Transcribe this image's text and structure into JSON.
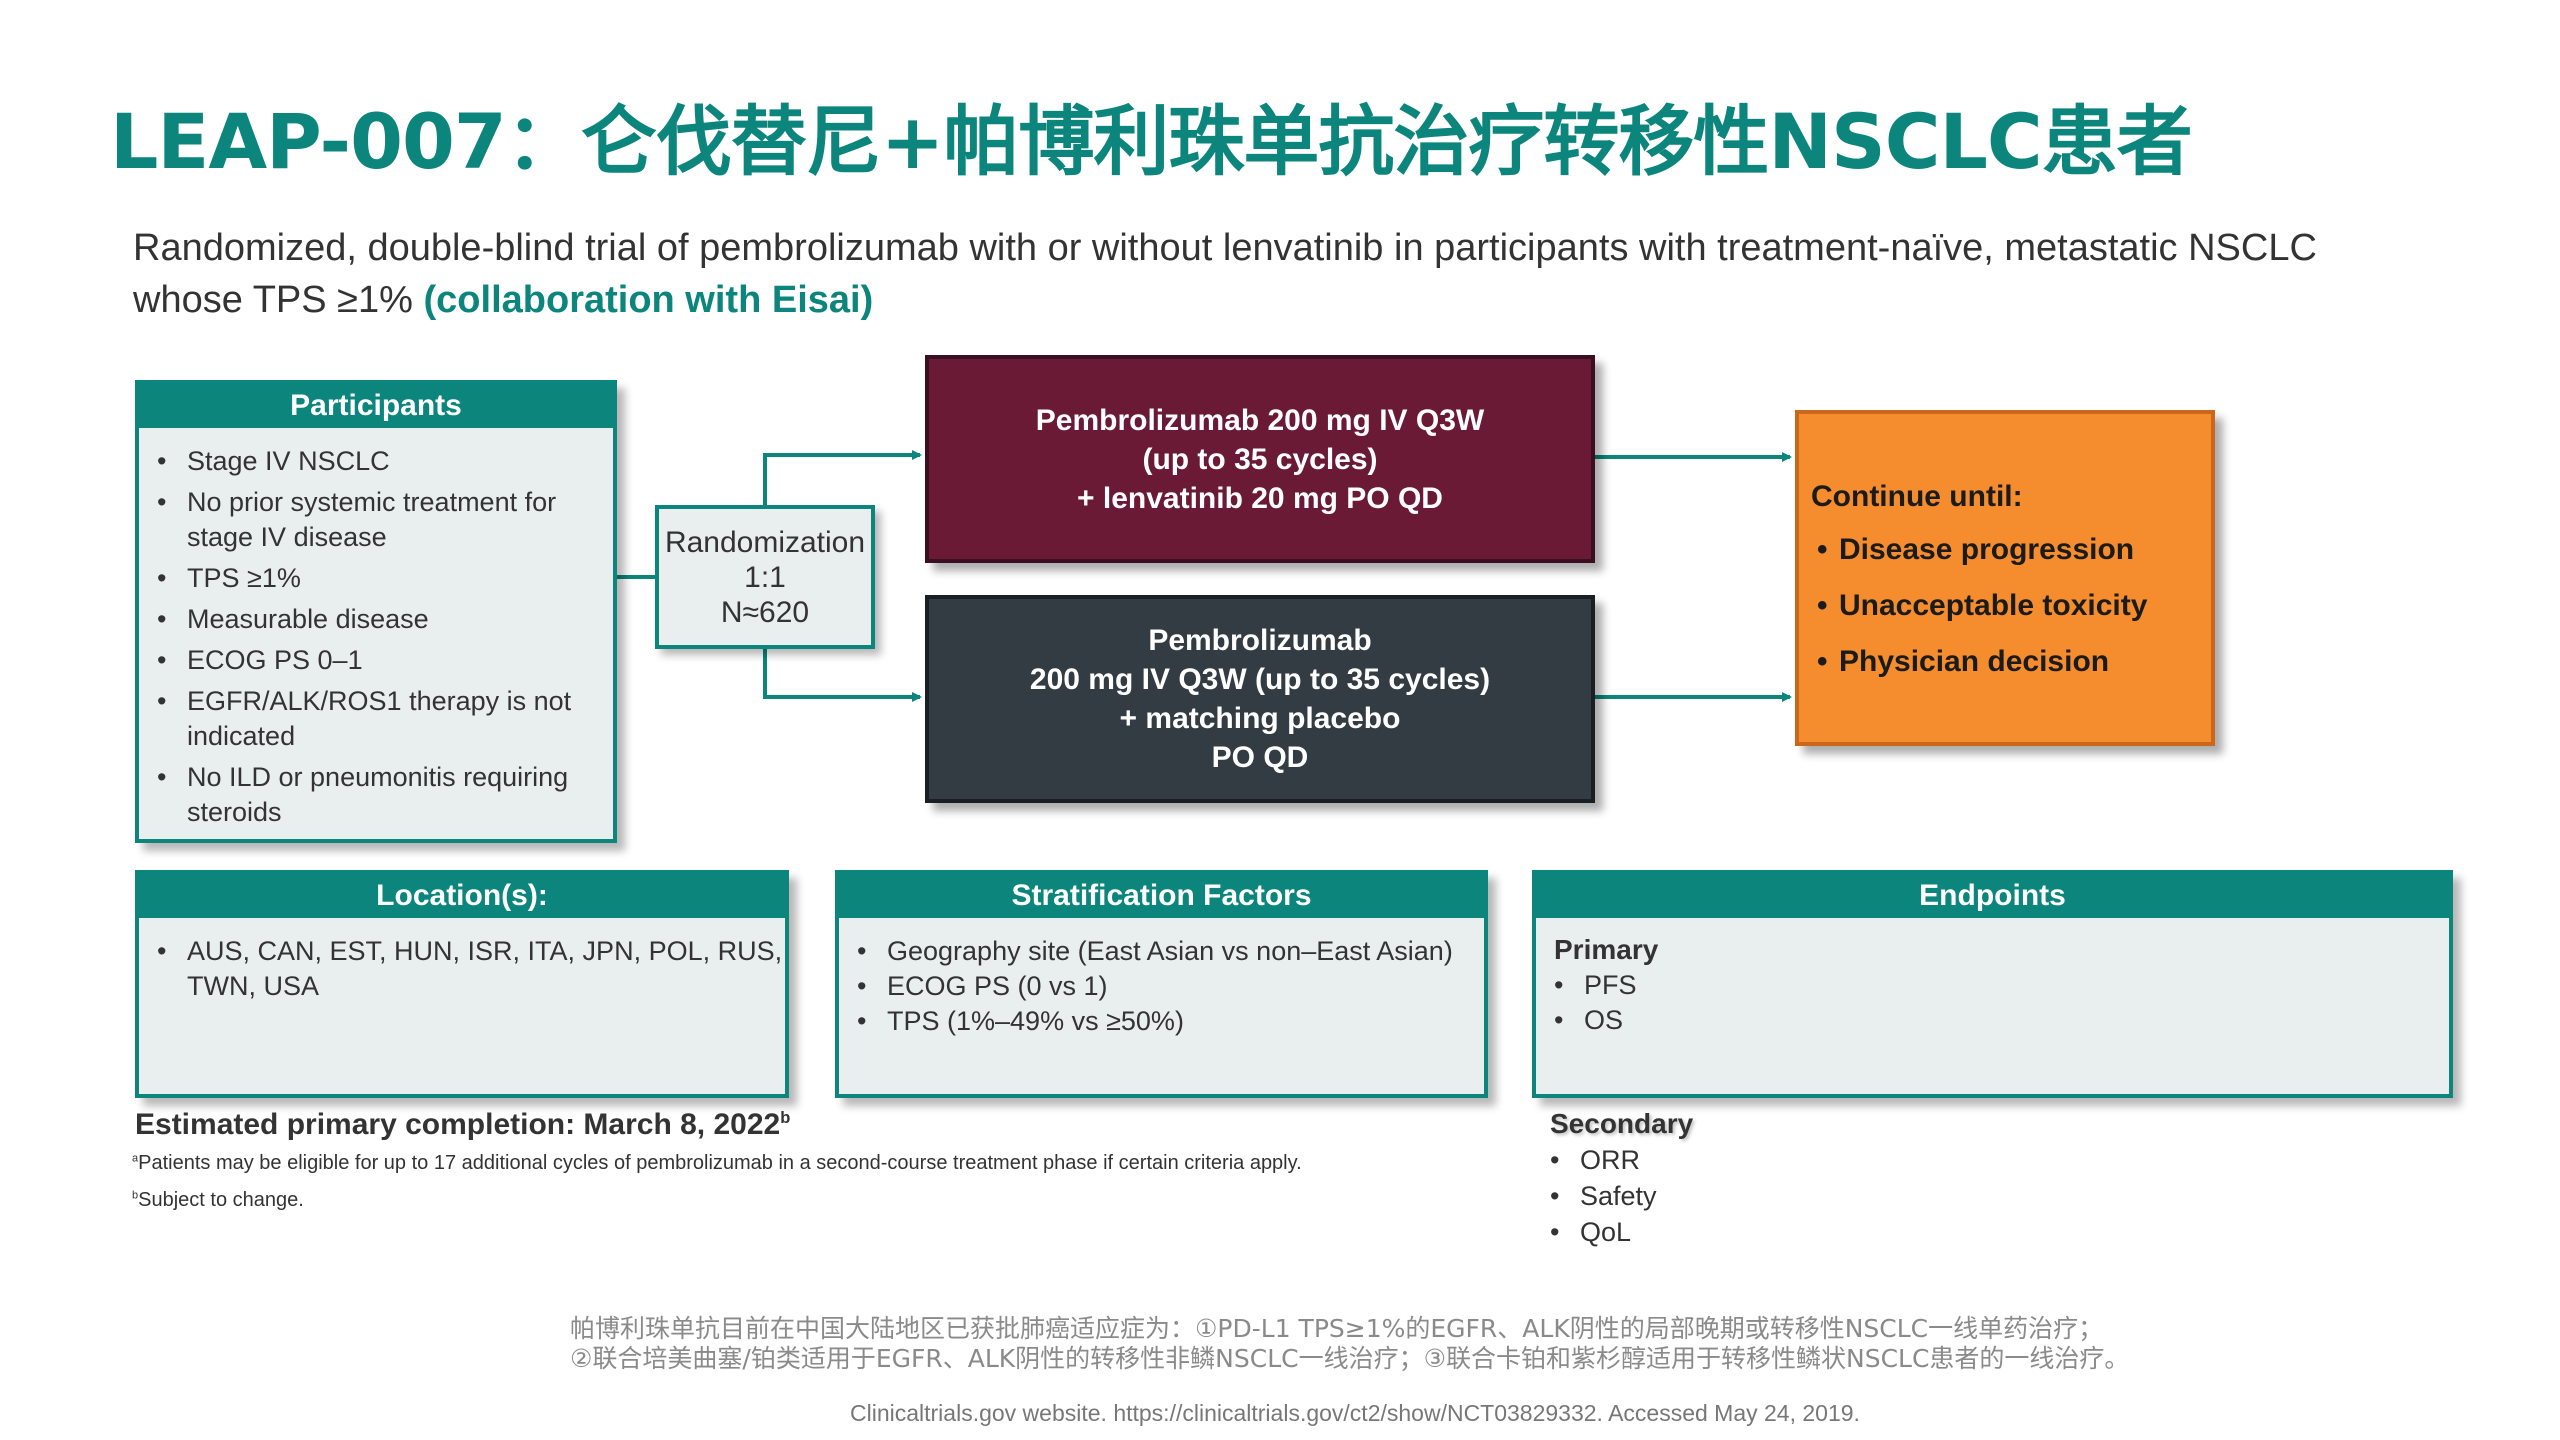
{
  "title": "LEAP-007：仑伐替尼+帕博利珠单抗治疗转移性NSCLC患者",
  "subtitle": {
    "text": "Randomized, double-blind trial of pembrolizumab with or without lenvatinib in participants with treatment-naïve, metastatic NSCLC whose TPS ≥1% ",
    "highlight": "(collaboration with Eisai)"
  },
  "participants": {
    "header": "Participants",
    "items": [
      "Stage IV NSCLC",
      "No prior systemic treatment for stage IV disease",
      "TPS ≥1%",
      "Measurable disease",
      "ECOG PS 0–1",
      "EGFR/ALK/ROS1 therapy is not indicated",
      "No ILD or pneumonitis requiring steroids"
    ]
  },
  "randomization": {
    "line1": "Randomization",
    "line2": "1:1",
    "line3": "N≈620"
  },
  "arm1": {
    "line1": "Pembrolizumab 200 mg IV Q3W",
    "line2": "(up to 35 cycles)",
    "line3": "+ lenvatinib 20 mg PO QD"
  },
  "arm2": {
    "line1": "Pembrolizumab",
    "line2": "200 mg IV Q3W (up to 35 cycles)",
    "line3": "+ matching placebo",
    "line4": "PO QD"
  },
  "continue_until": {
    "header": "Continue until:",
    "items": [
      "Disease progression",
      "Unacceptable toxicity",
      "Physician decision"
    ]
  },
  "locations": {
    "header": "Location(s):",
    "items": [
      "AUS, CAN, EST, HUN, ISR, ITA, JPN, POL, RUS, TWN, USA"
    ]
  },
  "stratification": {
    "header": "Stratification Factors",
    "items": [
      "Geography site (East Asian vs non–East Asian)",
      "ECOG PS (0 vs 1)",
      "TPS (1%–49% vs ≥50%)"
    ]
  },
  "endpoints": {
    "header": "Endpoints",
    "primary_label": "Primary",
    "primary": [
      "PFS",
      "OS"
    ],
    "secondary_label": "Secondary",
    "secondary": [
      "ORR",
      "Safety",
      "QoL"
    ]
  },
  "estimated": {
    "text": "Estimated primary completion: March 8, 2022",
    "sup": "b"
  },
  "footnotes": [
    {
      "sup": "a",
      "text": "Patients may be eligible for up to 17 additional cycles of pembrolizumab in a second-course treatment phase if certain criteria apply."
    },
    {
      "sup": "b",
      "text": "Subject to change."
    }
  ],
  "cn_note": {
    "line1": "帕博利珠单抗目前在中国大陆地区已获批肺癌适应症为：①PD-L1 TPS≥1%的EGFR、ALK阴性的局部晚期或转移性NSCLC一线单药治疗；",
    "line2": "②联合培美曲塞/铂类适用于EGFR、ALK阴性的转移性非鳞NSCLC一线治疗；③联合卡铂和紫杉醇适用于转移性鳞状NSCLC患者的一线治疗。"
  },
  "source": "Clinicaltrials.gov website. https://clinicaltrials.gov/ct2/show/NCT03829332. Accessed May 24, 2019.",
  "colors": {
    "teal": "#0c857c",
    "arm1": "#6b1a36",
    "arm2": "#323c42",
    "orange": "#f58c2e",
    "box_bg": "#e9eeee"
  }
}
